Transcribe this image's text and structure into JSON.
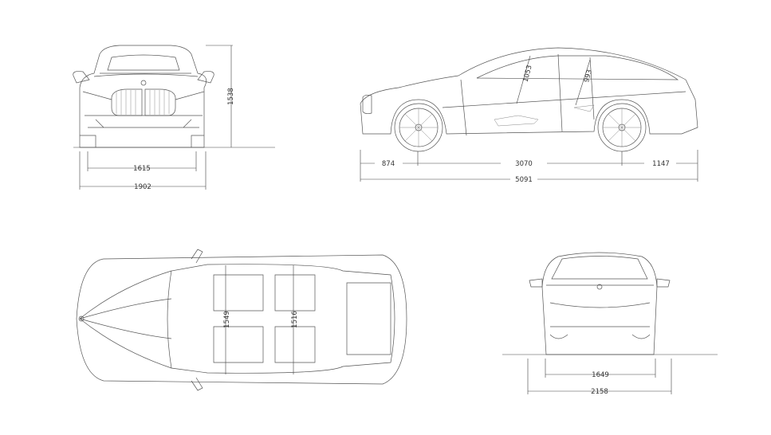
{
  "front_view": {
    "height": "1538",
    "track_front": "1615",
    "width": "1902"
  },
  "side_view": {
    "front_headroom": "1053",
    "rear_headroom": "993",
    "front_overhang": "874",
    "wheelbase": "3070",
    "rear_overhang": "1147",
    "length": "5091"
  },
  "top_view": {
    "front_shoulder_width": "1549",
    "rear_shoulder_width": "1516"
  },
  "rear_view": {
    "track_rear": "1649",
    "width_with_mirrors": "2158"
  },
  "colors": {
    "line": "#555555",
    "background": "#ffffff"
  }
}
